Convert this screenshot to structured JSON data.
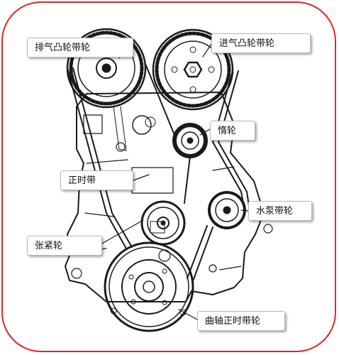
{
  "labels": {
    "exhaust_cam_pulley": "排气凸轮带轮",
    "intake_cam_pulley": "进气凸轮带轮",
    "idler": "惰轮",
    "timing_belt": "正时带",
    "water_pump_pulley": "水泵带轮",
    "tensioner": "张紧轮",
    "crank_timing_pulley": "曲轴正时带轮"
  },
  "colors": {
    "frame": "#e0262b",
    "ink": "#1a1a1a"
  }
}
